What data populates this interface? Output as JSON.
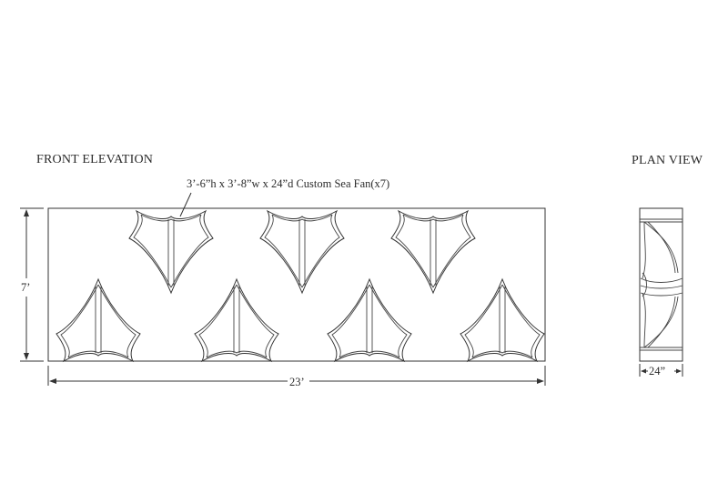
{
  "titles": {
    "front": "FRONT ELEVATION",
    "plan": "PLAN VIEW"
  },
  "annotation": "3’-6”h x 3’-8”w x 24”d  Custom Sea Fan(x7)",
  "dimensions": {
    "height": "7’",
    "width": "23’",
    "depth": "24”"
  },
  "fan_count": 7
}
